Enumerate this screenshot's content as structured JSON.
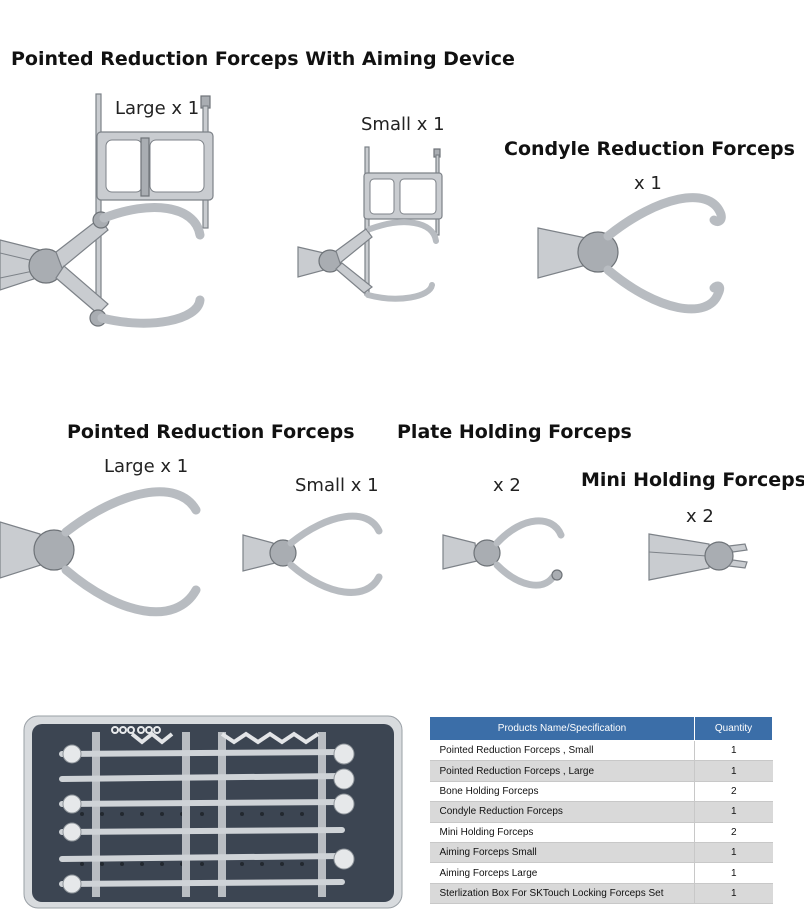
{
  "sections": {
    "aiming": {
      "title": "Pointed Reduction Forceps With Aiming Device",
      "large_qty": "Large x 1",
      "small_qty": "Small x 1"
    },
    "condyle": {
      "title": "Condyle Reduction Forceps",
      "qty": "x 1"
    },
    "pointed": {
      "title": "Pointed Reduction Forceps",
      "large_qty": "Large x 1",
      "small_qty": "Small x 1"
    },
    "plate": {
      "title": "Plate Holding Forceps",
      "qty": "x 2"
    },
    "mini": {
      "title": "Mini Holding Forceps",
      "qty": "x 2"
    }
  },
  "table": {
    "header": {
      "name": "Products Name/Specification",
      "qty": "Quantity"
    },
    "rows": [
      {
        "name": "Pointed Reduction Forceps , Small",
        "qty": "1"
      },
      {
        "name": "Pointed Reduction Forceps , Large",
        "qty": "1"
      },
      {
        "name": "Bone Holding Forceps",
        "qty": "2"
      },
      {
        "name": "Condyle Reduction Forceps",
        "qty": "1"
      },
      {
        "name": "Mini Holding Forceps",
        "qty": "2"
      },
      {
        "name": "Aiming Forceps Small",
        "qty": "1"
      },
      {
        "name": "Aiming Forceps Large",
        "qty": "1"
      },
      {
        "name": "Sterlization Box For SKTouch Locking Forceps Set",
        "qty": "1"
      }
    ],
    "header_color": "#3b6ea8",
    "stripe_color": "#d9d9d9"
  }
}
